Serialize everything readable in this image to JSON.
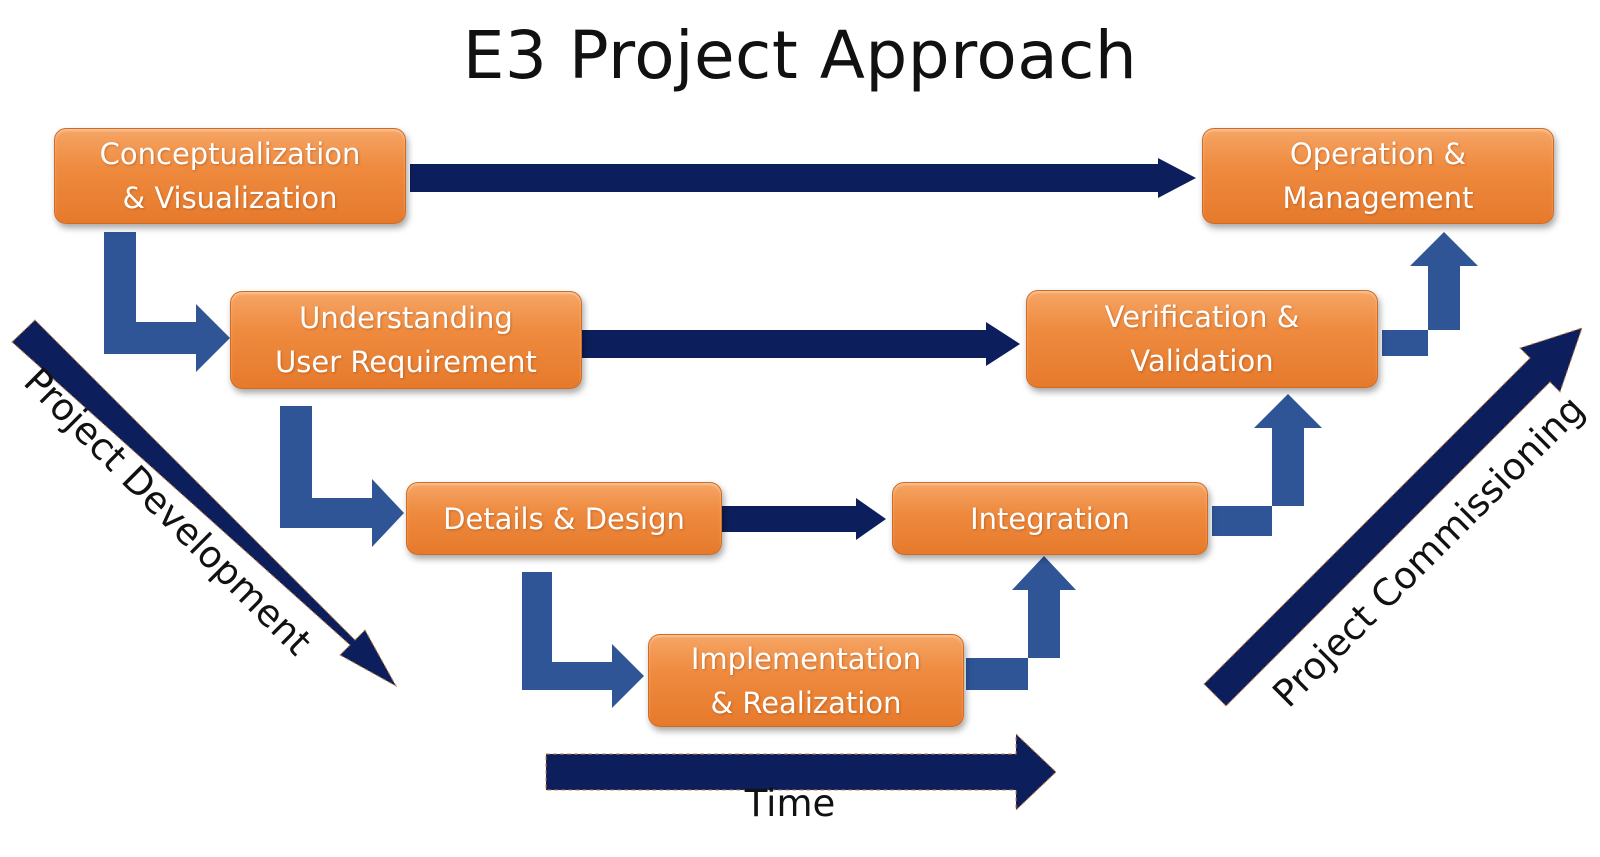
{
  "title": "E3 Project Approach",
  "stages": {
    "conceptualization": "Conceptualization\n& Visualization",
    "understanding": "Understanding\nUser Requirement",
    "design": "Details & Design",
    "implementation": "Implementation\n& Realization",
    "integration": "Integration",
    "verification": "Verification &\nValidation",
    "operation": "Operation &\nManagement"
  },
  "axes": {
    "development": "Project Development",
    "commissioning": "Project Commissioning",
    "time": "Time"
  },
  "colors": {
    "box_orange": "#ee8a3e",
    "navy_arrow": "#0c1f5c",
    "blue_arrow": "#2f5597",
    "text": "#111111"
  }
}
